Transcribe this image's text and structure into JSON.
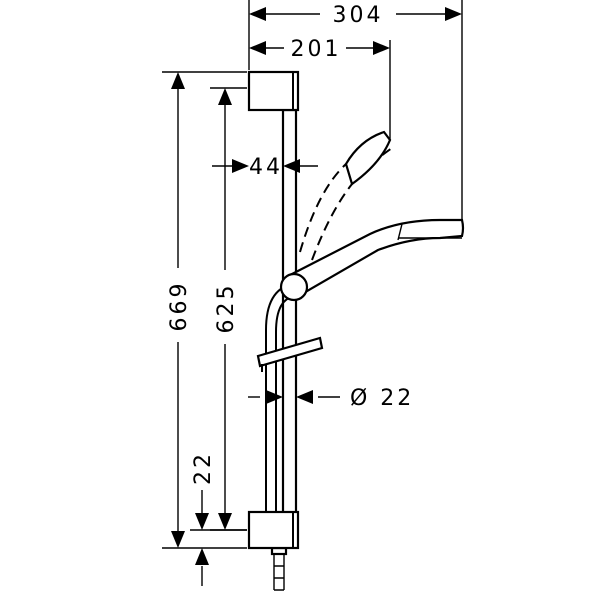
{
  "dimensions": {
    "total_width": "304",
    "handshower_reach": "201",
    "rail_offset": "44",
    "total_height": "669",
    "rail_length": "625",
    "bottom_offset": "22",
    "rail_diameter": "Ø 22"
  },
  "colors": {
    "line": "#000000",
    "background": "#ffffff"
  }
}
